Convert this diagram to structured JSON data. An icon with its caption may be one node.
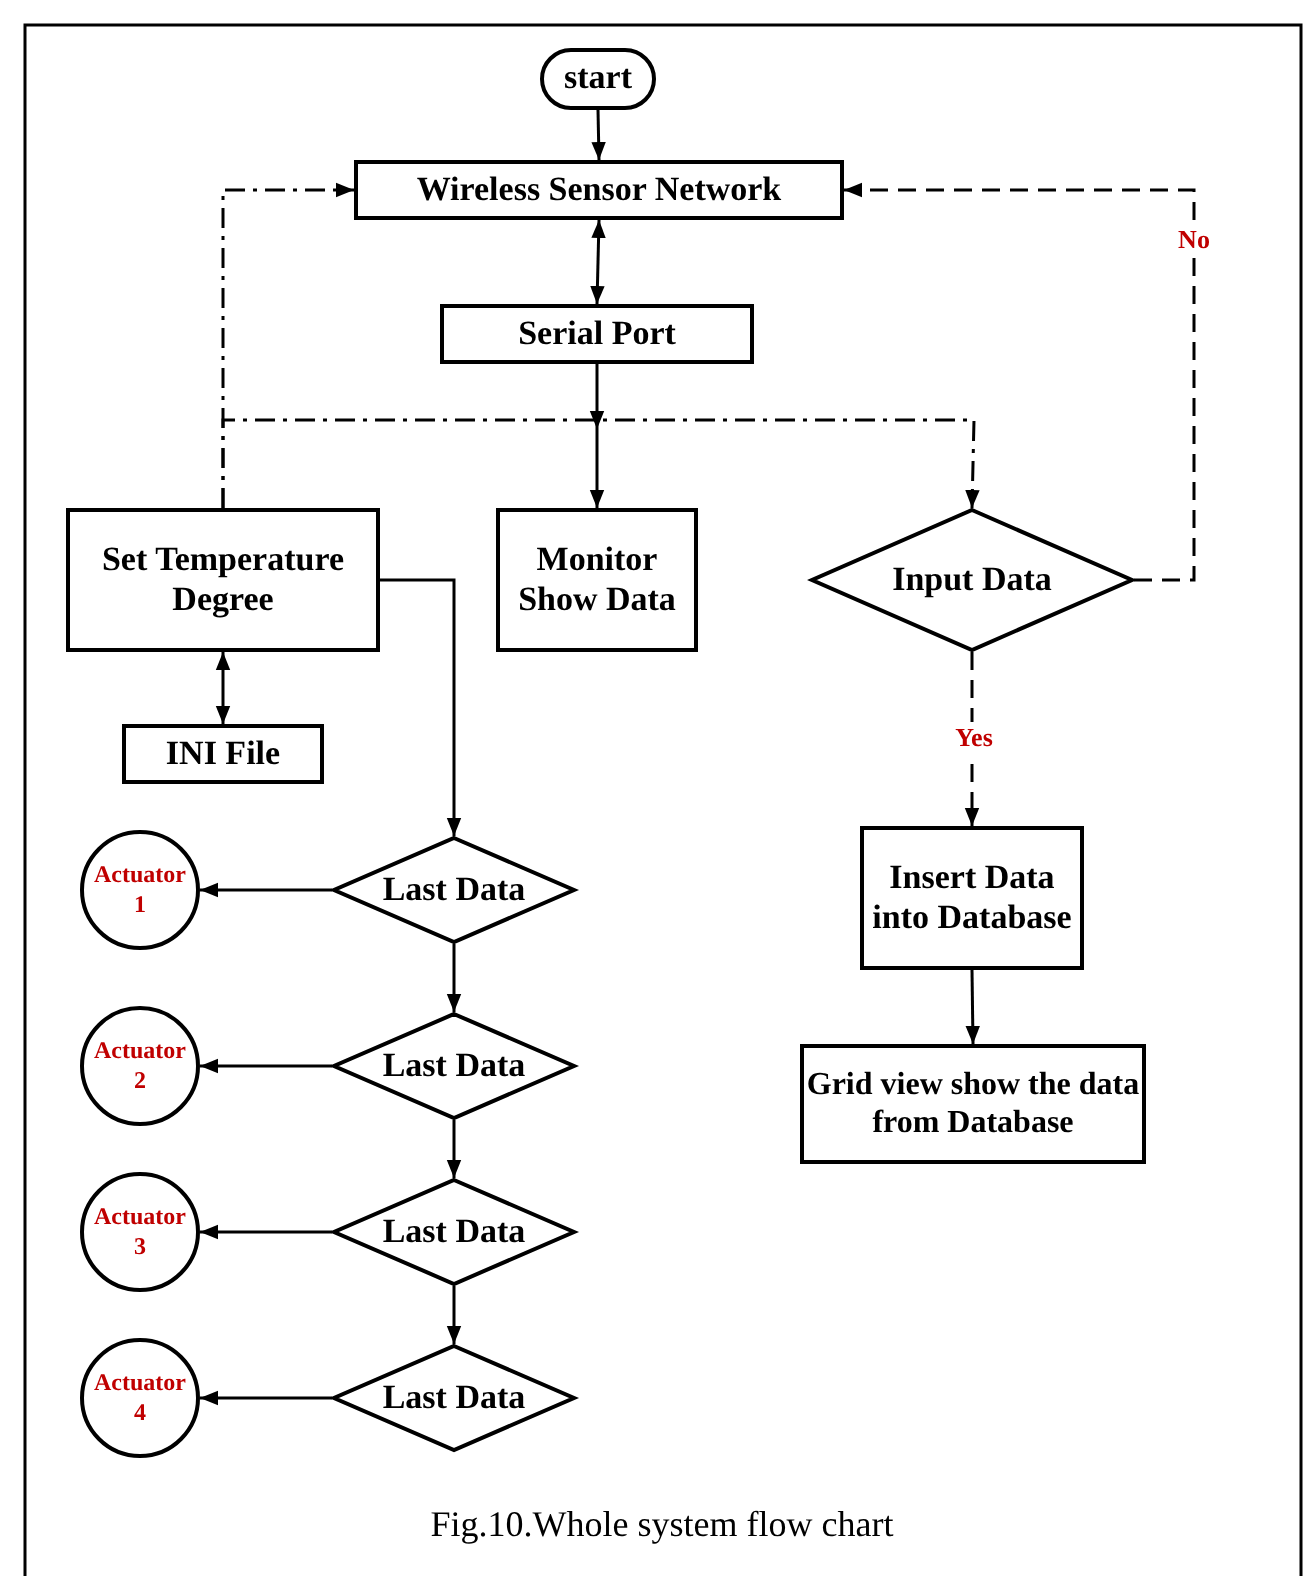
{
  "diagram": {
    "caption": "Fig.10.Whole system flow chart",
    "nodes": [
      {
        "text": [
          "start"
        ]
      },
      {
        "text": [
          "Wireless Sensor Network"
        ]
      },
      {
        "text": [
          "Serial Port"
        ]
      },
      {
        "text": [
          "Set Temperature Degree"
        ]
      },
      {
        "text": [
          "Monitor Show Data"
        ]
      },
      {
        "text": [
          "Input Data"
        ]
      },
      {
        "text": [
          "INI File"
        ]
      },
      {
        "text": [
          "Last Data"
        ]
      },
      {
        "text": [
          "Insert Data into Database"
        ]
      },
      {
        "text": [
          "Actuator 1"
        ]
      },
      {
        "text": [
          "Last Data"
        ]
      },
      {
        "text": [
          "Grid view show the data from Database"
        ]
      },
      {
        "text": [
          "Actuator 2"
        ]
      },
      {
        "text": [
          "Last Data"
        ]
      },
      {
        "text": [
          "Actuator 3"
        ]
      },
      {
        "text": [
          "Last Data"
        ]
      },
      {
        "text": [
          "Actuator 4"
        ]
      }
    ],
    "edges": [
      {
        "from": 0,
        "to": 1,
        "arrow": "to"
      },
      {
        "from": 1,
        "to": 2,
        "arrow": "both"
      },
      {
        "from": 2,
        "to": 4,
        "arrow": "to"
      },
      {
        "from": 3,
        "to": 1,
        "arrow": "to",
        "style": "dashed"
      },
      {
        "from": 3,
        "to": 5,
        "arrow": "to",
        "style": "dashed"
      },
      {
        "from": 5,
        "to": 1,
        "arrow": "to",
        "style": "dashed",
        "label": "No"
      },
      {
        "from": 3,
        "to": 6,
        "arrow": "both"
      },
      {
        "from": 3,
        "to": 7,
        "arrow": "to"
      },
      {
        "from": 5,
        "to": 8,
        "arrow": "to",
        "style": "dashed",
        "label": "Yes"
      },
      {
        "from": 8,
        "to": 11,
        "arrow": "to"
      },
      {
        "from": 7,
        "to": 9,
        "arrow": "to"
      },
      {
        "from": 7,
        "to": 10,
        "arrow": "to"
      },
      {
        "from": 10,
        "to": 12,
        "arrow": "to"
      },
      {
        "from": 10,
        "to": 13,
        "arrow": "to"
      },
      {
        "from": 13,
        "to": 14,
        "arrow": "to"
      },
      {
        "from": 13,
        "to": 15,
        "arrow": "to"
      },
      {
        "from": 15,
        "to": 16,
        "arrow": "to"
      }
    ]
  }
}
